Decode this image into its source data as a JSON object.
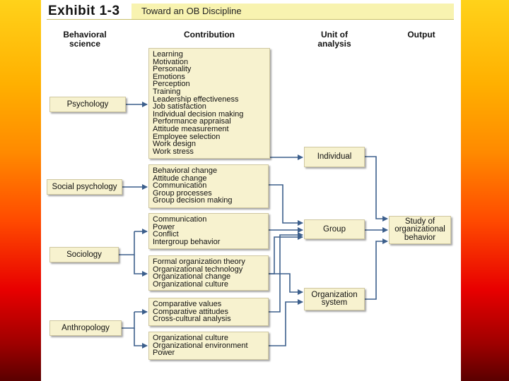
{
  "header": {
    "exhibit": "Exhibit 1-3",
    "title": "Toward an OB Discipline"
  },
  "columns": {
    "behavioral_science": "Behavioral\nscience",
    "contribution": "Contribution",
    "unit_of_analysis": "Unit of\nanalysis",
    "output": "Output"
  },
  "sciences": [
    "Psychology",
    "Social psychology",
    "Sociology",
    "Anthropology"
  ],
  "contributions": [
    [
      "Learning",
      "Motivation",
      "Personality",
      "Emotions",
      "Perception",
      "Training",
      "Leadership effectiveness",
      "Job satisfaction",
      "Individual decision making",
      "Performance appraisal",
      "Attitude measurement",
      "Employee selection",
      "Work design",
      "Work stress"
    ],
    [
      "Behavioral change",
      "Attitude change",
      "Communication",
      "Group processes",
      "Group decision making"
    ],
    [
      "Communication",
      "Power",
      "Conflict",
      "Intergroup behavior"
    ],
    [
      "Formal organization theory",
      "Organizational technology",
      "Organizational change",
      "Organizational culture"
    ],
    [
      "Comparative values",
      "Comparative attitudes",
      "Cross-cultural analysis"
    ],
    [
      "Organizational culture",
      "Organizational environment",
      "Power"
    ]
  ],
  "units": [
    "Individual",
    "Group",
    "Organization\nsystem"
  ],
  "output": "Study of\norganizational\nbehavior",
  "colors": {
    "box_fill": "#f7f2cf",
    "arrow": "#3c5f8c",
    "header_bar": "#f8f3b0"
  }
}
